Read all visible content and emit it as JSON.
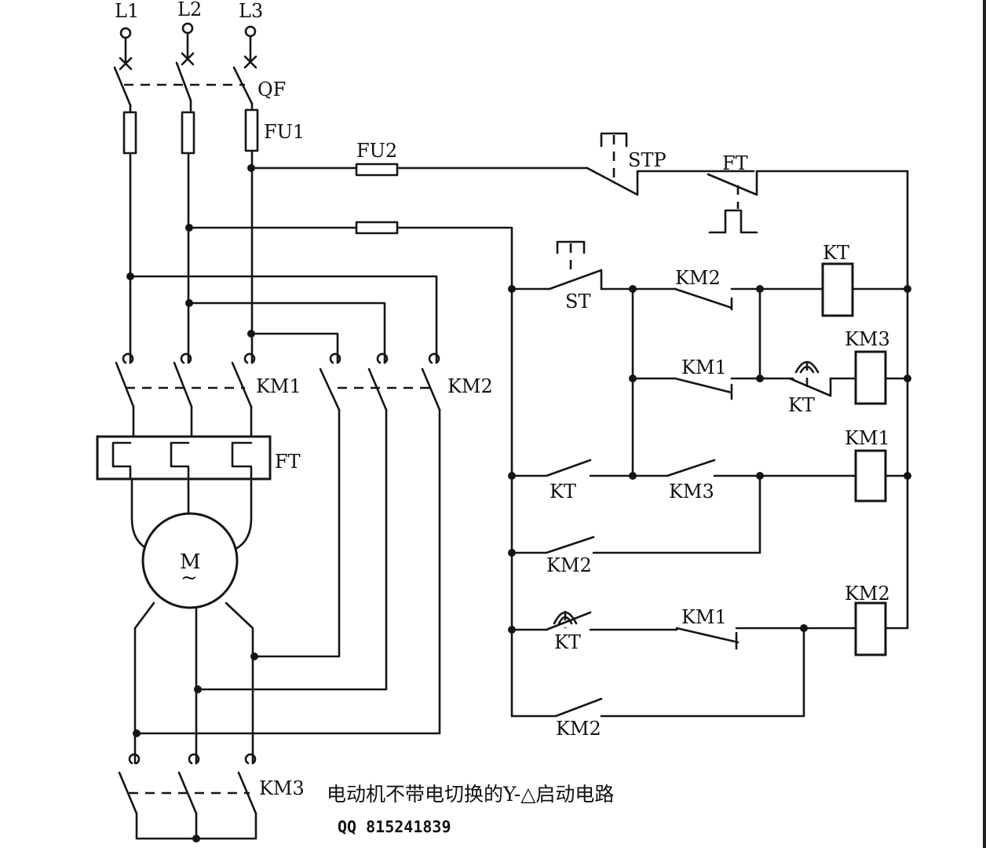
{
  "power_lines": [
    "L1",
    "L2",
    "L3"
  ],
  "labels": {
    "qf": "QF",
    "fu1": "FU1",
    "fu2": "FU2",
    "km1_main": "KM1",
    "km2_main": "KM2",
    "km3_main": "KM3",
    "ft_relay": "FT",
    "motor_m": "M",
    "motor_tilde": "~",
    "stp": "STP",
    "ft_contact": "FT",
    "st": "ST",
    "km2_nc_r1": "KM2",
    "kt_coil": "KT",
    "km1_nc_r2": "KM1",
    "kt_timed_r2": "KT",
    "km3_coil": "KM3",
    "kt_no_r3": "KT",
    "km3_no_r3": "KM3",
    "km1_coil": "KM1",
    "km2_hold_r4": "KM2",
    "kt_timed_r5": "KT",
    "km1_nc_r5": "KM1",
    "km2_coil": "KM2",
    "km2_hold_r6": "KM2"
  },
  "caption": "电动机不带电切换的Y-△启动电路",
  "qq": "QQ 815241839"
}
